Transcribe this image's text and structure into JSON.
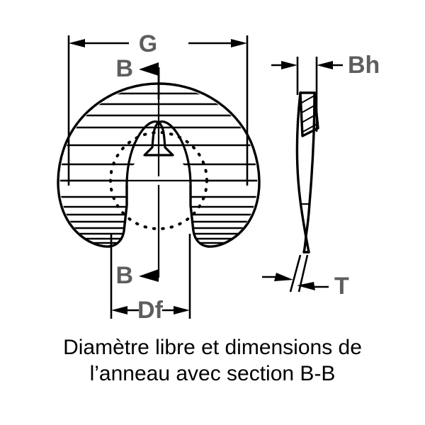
{
  "figure": {
    "title_line_1": "Diamètre libre et dimensions de",
    "title_line_2": "l’anneau avec section B-B",
    "subject": "retaining-ring-circlip-technical-drawing",
    "line_color": "#000000",
    "label_color": "#5e5e5e",
    "background_color": "#ffffff"
  },
  "dimensions": {
    "g": {
      "label": "G",
      "description": "free outer diameter of ring, front view"
    },
    "df": {
      "label": "Df",
      "description": "gap width between ring lugs, front view"
    },
    "bh": {
      "label": "Bh",
      "description": "height dimension of section, side view"
    },
    "t": {
      "label": "T",
      "description": "material thickness, side view"
    }
  },
  "section_marks": {
    "top": {
      "label": "B"
    },
    "bottom": {
      "label": "B"
    },
    "section_name": "B-B"
  },
  "views": {
    "front": {
      "name": "front-view",
      "description": "C-shaped retaining ring with open gap at bottom"
    },
    "side": {
      "name": "side-view-section",
      "description": "curved cross-section profile with hatching"
    }
  }
}
